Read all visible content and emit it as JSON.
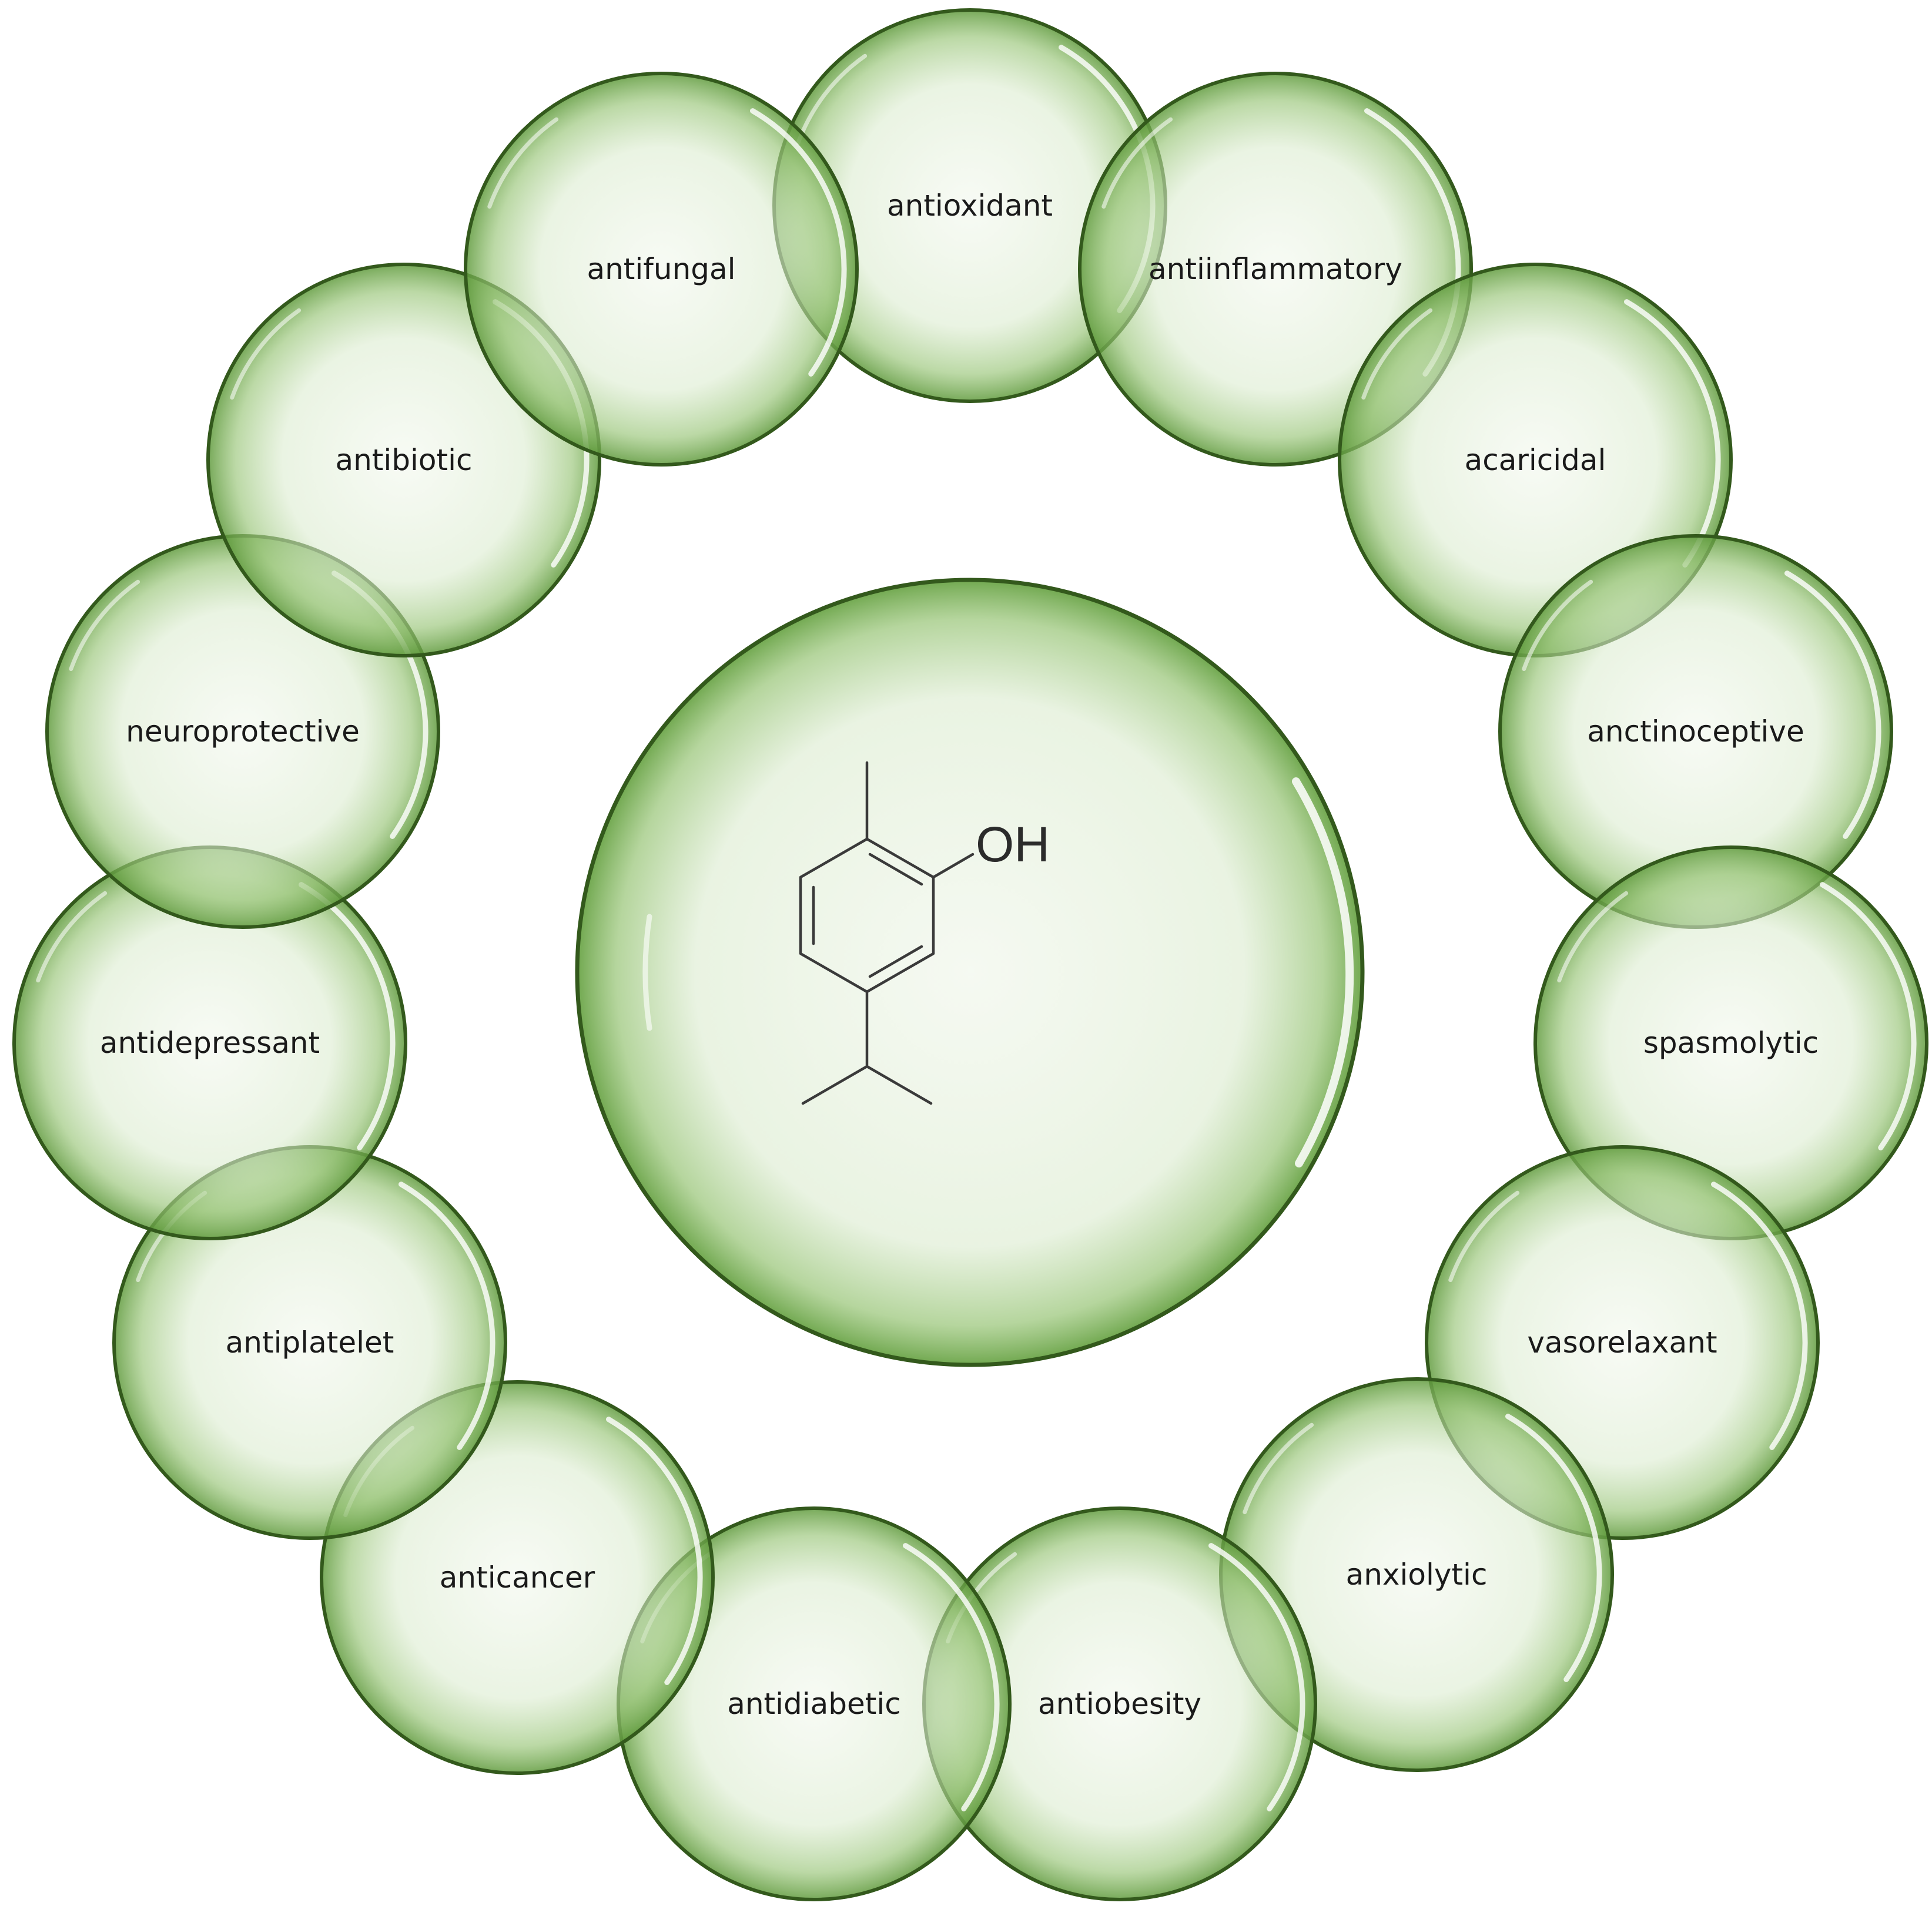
{
  "center": {
    "molecule": {
      "hydroxyl_label": "OH"
    }
  },
  "activities": [
    {
      "id": "antioxidant",
      "label": "antioxidant"
    },
    {
      "id": "antiinflammatory",
      "label": "antiinflammatory"
    },
    {
      "id": "acaricidal",
      "label": "acaricidal"
    },
    {
      "id": "anctinoceptive",
      "label": "anctinoceptive"
    },
    {
      "id": "spasmolytic",
      "label": "spasmolytic"
    },
    {
      "id": "vasorelaxant",
      "label": "vasorelaxant"
    },
    {
      "id": "anxiolytic",
      "label": "anxiolytic"
    },
    {
      "id": "antiobesity",
      "label": "antiobesity"
    },
    {
      "id": "antidiabetic",
      "label": "antidiabetic"
    },
    {
      "id": "anticancer",
      "label": "anticancer"
    },
    {
      "id": "antiplatelet",
      "label": "antiplatelet"
    },
    {
      "id": "antidepressant",
      "label": "antidepressant"
    },
    {
      "id": "neuroprotective",
      "label": "neuroprotective"
    },
    {
      "id": "antibiotic",
      "label": "antibiotic"
    },
    {
      "id": "antifungal",
      "label": "antifungal"
    }
  ],
  "colors": {
    "bubble_fill": "#e8f2e0",
    "bubble_edge_glow": "#7fb35a",
    "bubble_outline": "#33591c",
    "text": "#1a1a1a"
  }
}
